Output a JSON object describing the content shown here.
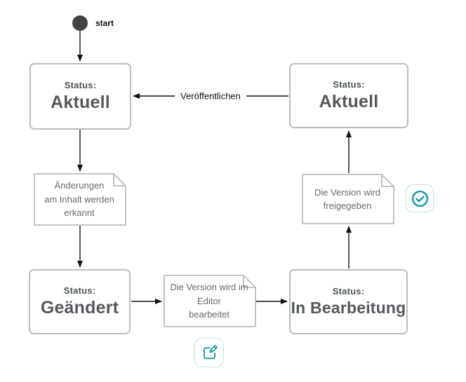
{
  "diagram": {
    "start": {
      "label": "start"
    },
    "states": [
      {
        "prefix": "Status:",
        "name": "Aktuell"
      },
      {
        "prefix": "Status:",
        "name": "Geändert"
      },
      {
        "prefix": "Status:",
        "name": "In Bearbeitung"
      },
      {
        "prefix": "Status:",
        "name": "Aktuell"
      }
    ],
    "notes": [
      {
        "text": "Änderungen\nam Inhalt werden\nerkannt"
      },
      {
        "text": "Die Version wird im\nEditor\nbearbeitet"
      },
      {
        "text": "Die Version wird\nfreigegeben"
      }
    ],
    "transitions": [
      {
        "label": "Veröffentlichen"
      }
    ],
    "icons": [
      {
        "name": "check-circle-icon"
      },
      {
        "name": "edit-icon"
      }
    ],
    "colors": {
      "accent_teal": "#1898a6",
      "icon_border": "#bfe4e9",
      "shape_border": "#b9bdbf",
      "state_text": "#55595d",
      "note_text": "#66696c",
      "arrow": "#111111",
      "start_node": "#3f4448"
    }
  }
}
